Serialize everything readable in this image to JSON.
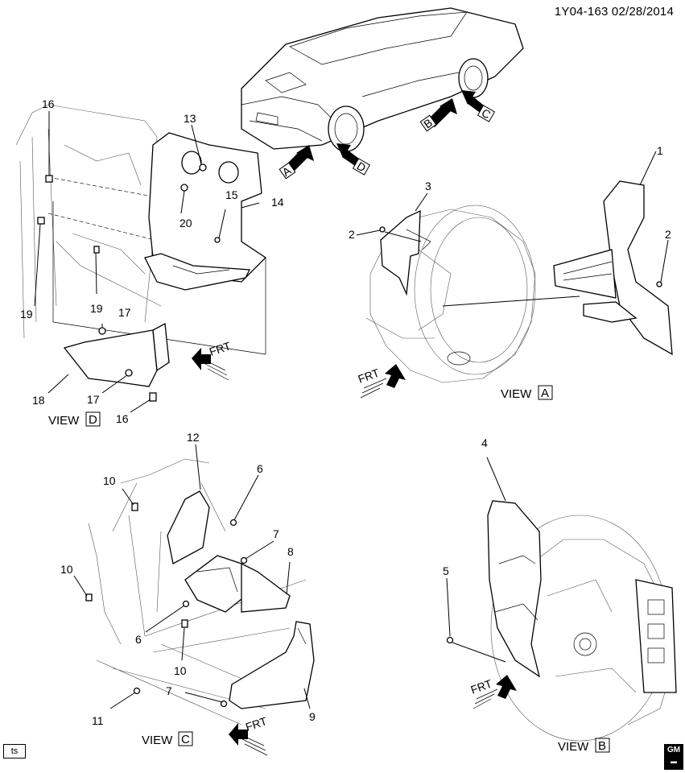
{
  "header": {
    "code": "1Y04-163",
    "date": "02/28/2014"
  },
  "views": {
    "a": {
      "word": "VIEW",
      "letter": "A"
    },
    "b": {
      "word": "VIEW",
      "letter": "B"
    },
    "c": {
      "word": "VIEW",
      "letter": "C"
    },
    "d": {
      "word": "VIEW",
      "letter": "D"
    }
  },
  "arrows": {
    "a": "A",
    "b": "B",
    "c": "C",
    "d": "D"
  },
  "frt": "FRT",
  "callouts": {
    "c1": "1",
    "c2a": "2",
    "c2b": "2",
    "c3": "3",
    "c4": "4",
    "c5": "5",
    "c6a": "6",
    "c6b": "6",
    "c7a": "7",
    "c7b": "7",
    "c8": "8",
    "c9": "9",
    "c10a": "10",
    "c10b": "10",
    "c10c": "10",
    "c11": "11",
    "c12": "12",
    "c13": "13",
    "c14": "14",
    "c15": "15",
    "c16a": "16",
    "c16b": "16",
    "c17a": "17",
    "c17b": "17",
    "c18": "18",
    "c19a": "19",
    "c19b": "19",
    "c20": "20"
  },
  "footer": {
    "badge": "ts",
    "logo": "GM"
  },
  "icons": {
    "direction_arrow": "arrow-icon",
    "logo": "gm-logo-icon"
  }
}
